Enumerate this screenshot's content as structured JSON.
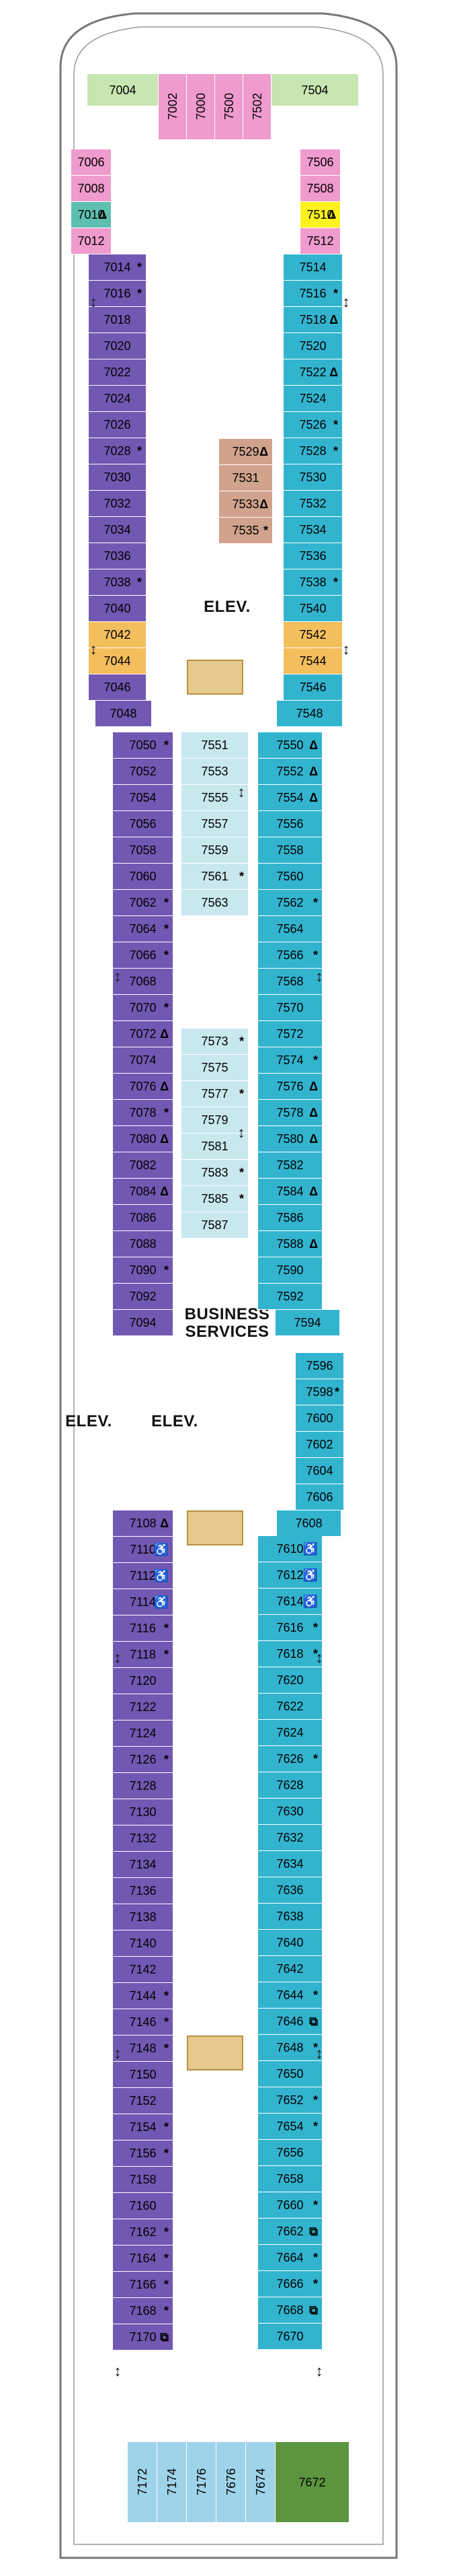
{
  "labels": {
    "elev_top": "ELEV.",
    "business_services": "BUSINESS\nSERVICES",
    "elev_left": "ELEV.",
    "elev_mid": "ELEV."
  },
  "colors": {
    "balcony_purple": "#7258b2",
    "oceanview_blue": "#32b4cf",
    "interior_lightblue": "#c8e8ee",
    "suite_pink": "#ef9bcd",
    "suite_teal": "#5cbfb0",
    "orange": "#f3be5c",
    "yellow": "#fdf21e",
    "tan": "#d1a38c",
    "green": "#c7e6b2",
    "dark_green": "#5c9540",
    "sky": "#9ed3ea"
  },
  "cabins": {
    "fwd": [
      "7004",
      "7002",
      "7000",
      "7500",
      "7502",
      "7504"
    ],
    "fwd_port": [
      "7006",
      "7008",
      "7010",
      "7012"
    ],
    "fwd_stbd": [
      "7506",
      "7508",
      "7510",
      "7512"
    ],
    "port_1": [
      "7014",
      "7016",
      "7018",
      "7020",
      "7022",
      "7024",
      "7026",
      "7028",
      "7030",
      "7032",
      "7034",
      "7036",
      "7038",
      "7040",
      "7042",
      "7044",
      "7046",
      "7048"
    ],
    "stbd_1": [
      "7514",
      "7516",
      "7518",
      "7520",
      "7522",
      "7524",
      "7526",
      "7528",
      "7530",
      "7532",
      "7534",
      "7536",
      "7538",
      "7540",
      "7542",
      "7544",
      "7546",
      "7548"
    ],
    "tan": [
      "7529",
      "7531",
      "7533",
      "7535"
    ],
    "port_2": [
      "7050",
      "7052",
      "7054",
      "7056",
      "7058",
      "7060",
      "7062",
      "7064",
      "7066",
      "7068",
      "7070",
      "7072",
      "7074",
      "7076",
      "7078",
      "7080",
      "7082",
      "7084",
      "7086",
      "7088",
      "7090",
      "7092",
      "7094"
    ],
    "inner_1": [
      "7551",
      "7553",
      "7555",
      "7557",
      "7559",
      "7561",
      "7563"
    ],
    "inner_2": [
      "7573",
      "7575",
      "7577",
      "7579",
      "7581",
      "7583",
      "7585",
      "7587"
    ],
    "stbd_2": [
      "7550",
      "7552",
      "7554",
      "7556",
      "7558",
      "7560",
      "7562",
      "7564",
      "7566",
      "7568",
      "7570",
      "7572",
      "7574",
      "7576",
      "7578",
      "7580",
      "7582",
      "7584",
      "7586",
      "7588",
      "7590",
      "7592",
      "7594"
    ],
    "stbd_3": [
      "7596",
      "7598",
      "7600",
      "7602",
      "7604",
      "7606",
      "7608"
    ],
    "port_3": [
      "7108",
      "7110",
      "7112",
      "7114",
      "7116",
      "7118",
      "7120",
      "7122",
      "7124",
      "7126",
      "7128",
      "7130",
      "7132",
      "7134",
      "7136",
      "7138",
      "7140",
      "7142",
      "7144",
      "7146",
      "7148",
      "7150",
      "7152",
      "7154",
      "7156",
      "7158",
      "7160",
      "7162",
      "7164",
      "7166",
      "7168",
      "7170"
    ],
    "stbd_4": [
      "7610",
      "7612",
      "7614",
      "7616",
      "7618",
      "7620",
      "7622",
      "7624",
      "7626",
      "7628",
      "7630",
      "7632",
      "7634",
      "7636",
      "7638",
      "7640",
      "7642",
      "7644",
      "7646",
      "7648",
      "7650",
      "7652",
      "7654",
      "7656",
      "7658",
      "7660",
      "7662",
      "7664",
      "7666",
      "7668",
      "7670"
    ],
    "aft": [
      "7172",
      "7174",
      "7176",
      "7676",
      "7674",
      "7672"
    ]
  }
}
